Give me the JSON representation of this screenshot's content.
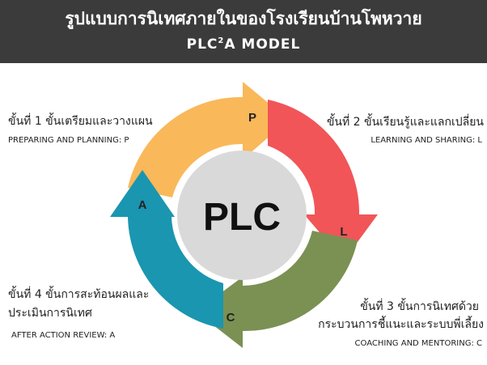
{
  "header": {
    "title": "รูปแบบการนิเทศภายในของโรงเรียนบ้านโพหวาย",
    "subtitle_pre": "PLC",
    "subtitle_sup": "2",
    "subtitle_post": "A MODEL"
  },
  "center_label": "PLC",
  "stages": [
    {
      "letter": "P",
      "th": "ขั้นที่ 1 ขั้นเตรียมและวางแผน",
      "en": "PREPARING AND PLANNING: P",
      "color": "#f9b85a"
    },
    {
      "letter": "L",
      "th": "ขั้นที่ 2 ขั้นเรียนรู้และแลกเปลี่ยน",
      "en": "LEARNING AND SHARING: L",
      "color": "#f15558"
    },
    {
      "letter": "C",
      "th_line1": "ขั้นที่ 3 ขั้นการนิเทศด้วย",
      "th_line2": "กระบวนการชี้แนะและระบบพี่เลี้ยง",
      "en": "COACHING AND MENTORING: C",
      "color": "#7a9153"
    },
    {
      "letter": "A",
      "th_line1": "ขั้นที่ 4 ขั้นการสะท้อนผลและ",
      "th_line2": "ประเมินการนิเทศ",
      "en": "AFTER ACTION REVIEW: A",
      "color": "#1a96b0"
    }
  ],
  "center_color": "#d9d9d9"
}
